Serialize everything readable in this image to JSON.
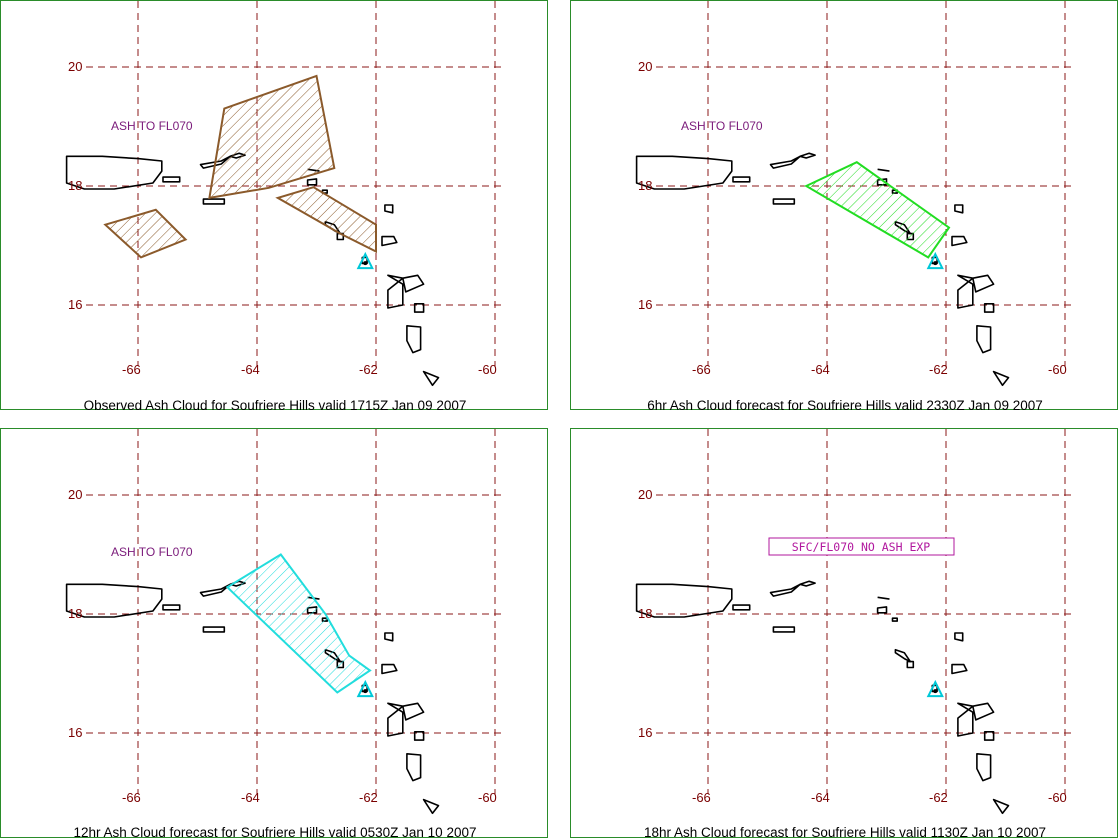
{
  "colors": {
    "panel_border": "#2a8c2a",
    "grid": "#8b1a1a",
    "tick_label": "#7a0000",
    "ash_label": "#7a1a7a",
    "coast": "#000000",
    "volcano": "#00c8d8",
    "observed": "#8b5a2b",
    "f6": "#22dd22",
    "f12": "#22dddd",
    "no_ash_box": "#b1179e"
  },
  "volcano_icon": "triangle-marker",
  "panels": [
    {
      "id": "p1",
      "caption": "Observed Ash Cloud for Soufriere  Hills valid 1715Z Jan 09 2007",
      "ash_label": "ASH TO FL070",
      "lat_ticks": [
        "20",
        "18",
        "16"
      ],
      "lon_ticks": [
        "-66",
        "-64",
        "-62",
        "-60"
      ],
      "polygons": [
        {
          "color": "#8b5a2b",
          "points": [
            [
              -64.55,
              19.3
            ],
            [
              -63.0,
              19.85
            ],
            [
              -62.7,
              18.3
            ],
            [
              -63.8,
              17.97
            ],
            [
              -64.8,
              17.8
            ]
          ]
        },
        {
          "color": "#8b5a2b",
          "points": [
            [
              -63.05,
              17.98
            ],
            [
              -62.0,
              17.35
            ],
            [
              -62.0,
              16.9
            ],
            [
              -62.6,
              17.2
            ],
            [
              -63.65,
              17.8
            ]
          ]
        },
        {
          "color": "#8b5a2b",
          "points": [
            [
              -66.55,
              17.35
            ],
            [
              -65.7,
              17.6
            ],
            [
              -65.2,
              17.1
            ],
            [
              -65.95,
              16.8
            ]
          ]
        }
      ]
    },
    {
      "id": "p2",
      "caption": "6hr Ash Cloud forecast for Soufriere  Hills valid 2330Z Jan 09 2007",
      "ash_label": "ASH TO FL070",
      "lat_ticks": [
        "20",
        "18",
        "16"
      ],
      "lon_ticks": [
        "-66",
        "-64",
        "-62",
        "-60"
      ],
      "polygons": [
        {
          "color": "#22dd22",
          "points": [
            [
              -64.35,
              18.0
            ],
            [
              -63.5,
              18.4
            ],
            [
              -61.95,
              17.3
            ],
            [
              -62.3,
              16.8
            ]
          ]
        }
      ]
    },
    {
      "id": "p3",
      "caption": "12hr Ash Cloud forecast for Soufriere  Hills valid 0530Z Jan 10 2007",
      "ash_label": "ASH TO FL070",
      "lat_ticks": [
        "20",
        "18",
        "16"
      ],
      "lon_ticks": [
        "-66",
        "-64",
        "-62",
        "-60"
      ],
      "polygons": [
        {
          "color": "#22dddd",
          "points": [
            [
              -64.5,
              18.45
            ],
            [
              -63.6,
              19.0
            ],
            [
              -62.85,
              18.0
            ],
            [
              -62.45,
              17.3
            ],
            [
              -62.1,
              17.05
            ],
            [
              -62.65,
              16.68
            ]
          ]
        }
      ]
    },
    {
      "id": "p4",
      "caption": "18hr Ash Cloud forecast for Soufriere  Hills valid 1130Z Jan 10 2007",
      "ash_label": "",
      "no_ash_text": "SFC/FL070 NO ASH EXP",
      "lat_ticks": [
        "20",
        "18",
        "16"
      ],
      "lon_ticks": [
        "-66",
        "-64",
        "-62",
        "-60"
      ],
      "polygons": []
    }
  ]
}
